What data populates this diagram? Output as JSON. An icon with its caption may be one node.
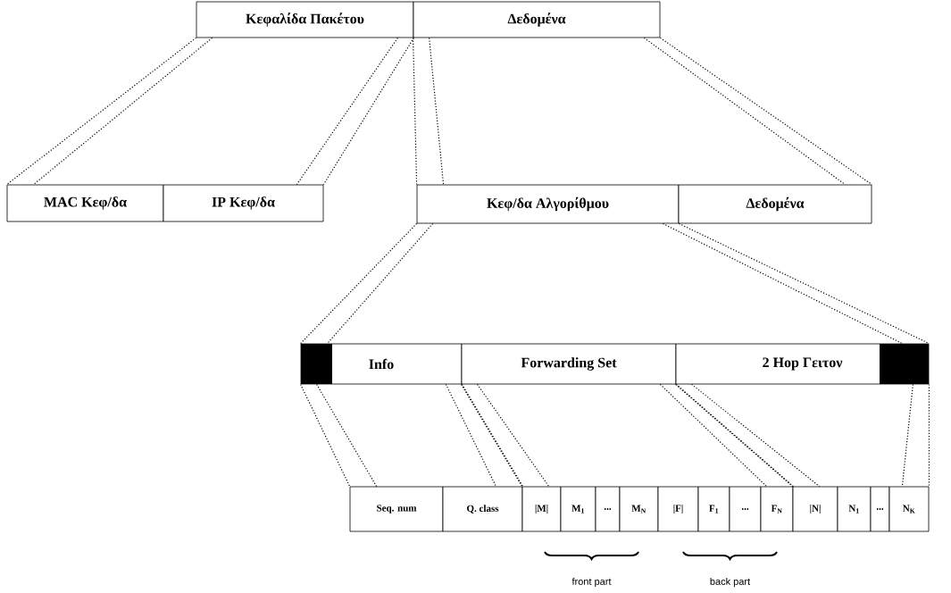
{
  "diagram": {
    "nodes": [
      {
        "text": [
          "Κεφαλίδα Πακέτου"
        ]
      },
      {
        "text": [
          "Δεδομένα"
        ]
      },
      {
        "text": [
          "MAC Κεφ/δα"
        ]
      },
      {
        "text": [
          "IP Κεφ/δα"
        ]
      },
      {
        "text": [
          "Κεφ/δα Αλγορίθμου"
        ]
      },
      {
        "text": [
          "Δεδομένα"
        ]
      },
      {
        "text": [
          "Info"
        ]
      },
      {
        "text": [
          "Forwarding Set"
        ]
      },
      {
        "text": [
          "2 Hop Γειτον"
        ]
      },
      {
        "text": [
          "Seq. num"
        ]
      },
      {
        "text": [
          "Q. class"
        ]
      },
      {
        "text": [
          "|M|"
        ]
      },
      {
        "text": [
          "M$_{1}$"
        ]
      },
      {
        "text": [
          "..."
        ]
      },
      {
        "text": [
          "M$_{N}$"
        ]
      },
      {
        "text": [
          "|F|"
        ]
      },
      {
        "text": [
          "F$_{1}$"
        ]
      },
      {
        "text": [
          "..."
        ]
      },
      {
        "text": [
          "F$_{N}$"
        ]
      },
      {
        "text": [
          "|N|"
        ]
      },
      {
        "text": [
          "N$_{1}$"
        ]
      },
      {
        "text": [
          "..."
        ]
      },
      {
        "text": [
          "N$_{K}$"
        ]
      }
    ],
    "edges": [
      {
        "from": 0,
        "to": 2,
        "arrow": "none"
      },
      {
        "from": 0,
        "to": 2,
        "arrow": "none"
      },
      {
        "from": 0,
        "to": 3,
        "arrow": "none"
      },
      {
        "from": 0,
        "to": 3,
        "arrow": "none"
      },
      {
        "from": 1,
        "to": 4,
        "arrow": "none"
      },
      {
        "from": 1,
        "to": 4,
        "arrow": "none"
      },
      {
        "from": 1,
        "to": 5,
        "arrow": "none"
      },
      {
        "from": 1,
        "to": 5,
        "arrow": "none"
      },
      {
        "from": 4,
        "to": 6,
        "arrow": "none"
      },
      {
        "from": 4,
        "to": 6,
        "arrow": "none"
      },
      {
        "from": 4,
        "to": 8,
        "arrow": "none"
      },
      {
        "from": 4,
        "to": 8,
        "arrow": "none"
      },
      {
        "from": 6,
        "to": 9,
        "arrow": "none"
      },
      {
        "from": 6,
        "to": 9,
        "arrow": "none"
      },
      {
        "from": 6,
        "to": 10,
        "arrow": "none"
      },
      {
        "from": 6,
        "to": 10,
        "arrow": "none"
      },
      {
        "from": 7,
        "to": 11,
        "arrow": "none"
      },
      {
        "from": 7,
        "to": 11,
        "arrow": "none"
      },
      {
        "from": 7,
        "to": 18,
        "arrow": "none"
      },
      {
        "from": 7,
        "to": 18,
        "arrow": "none"
      },
      {
        "from": 8,
        "to": 19,
        "arrow": "none"
      },
      {
        "from": 8,
        "to": 19,
        "arrow": "none"
      },
      {
        "from": 8,
        "to": 22,
        "arrow": "none"
      },
      {
        "from": 8,
        "to": 22,
        "arrow": "none"
      }
    ],
    "labels": [
      "front part",
      "back part"
    ]
  }
}
